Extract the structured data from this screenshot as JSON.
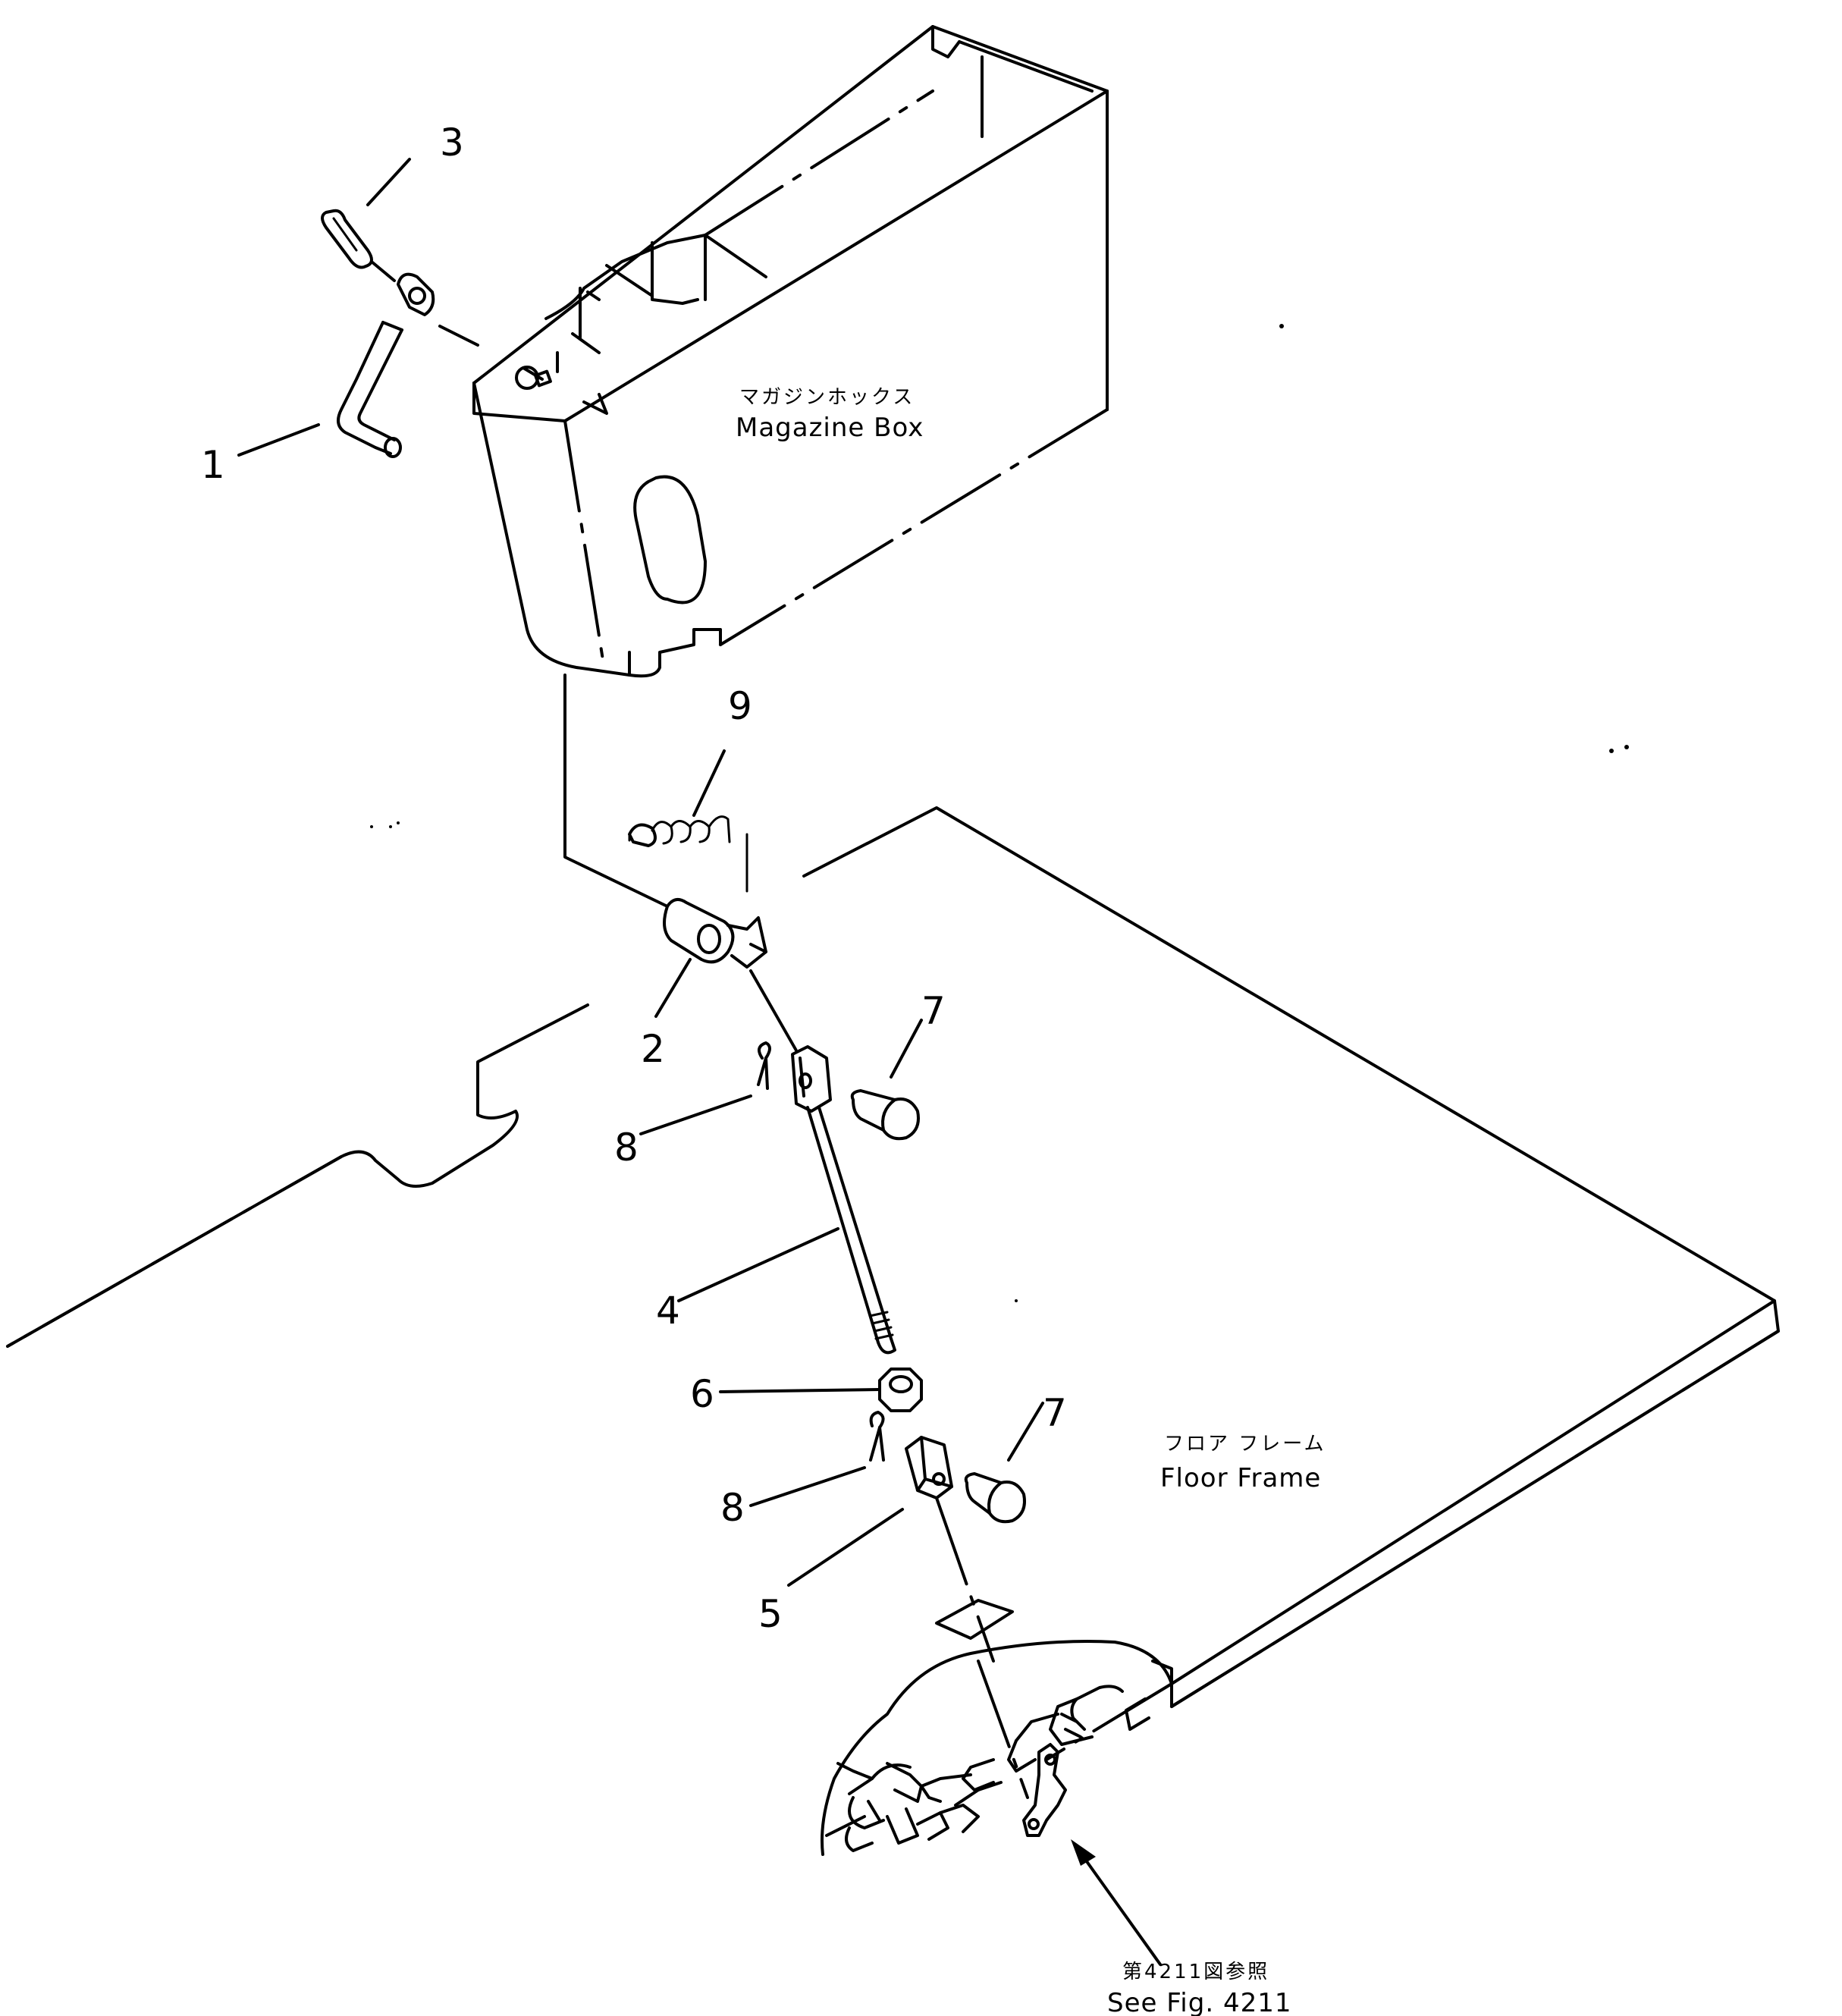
{
  "callouts": {
    "c1": "1",
    "c2": "2",
    "c3": "3",
    "c4": "4",
    "c5": "5",
    "c6": "6",
    "c7a": "7",
    "c7b": "7",
    "c8a": "8",
    "c8b": "8",
    "c9": "9"
  },
  "labels": {
    "magazine_box_jp": "マガジンホックス",
    "magazine_box_en": "Magazine  Box",
    "floor_frame_jp": "フロア フレーム",
    "floor_frame_en": "Floor  Frame",
    "see_fig_jp": "第4211図参照",
    "see_fig_en": "See Fig. 4211"
  }
}
